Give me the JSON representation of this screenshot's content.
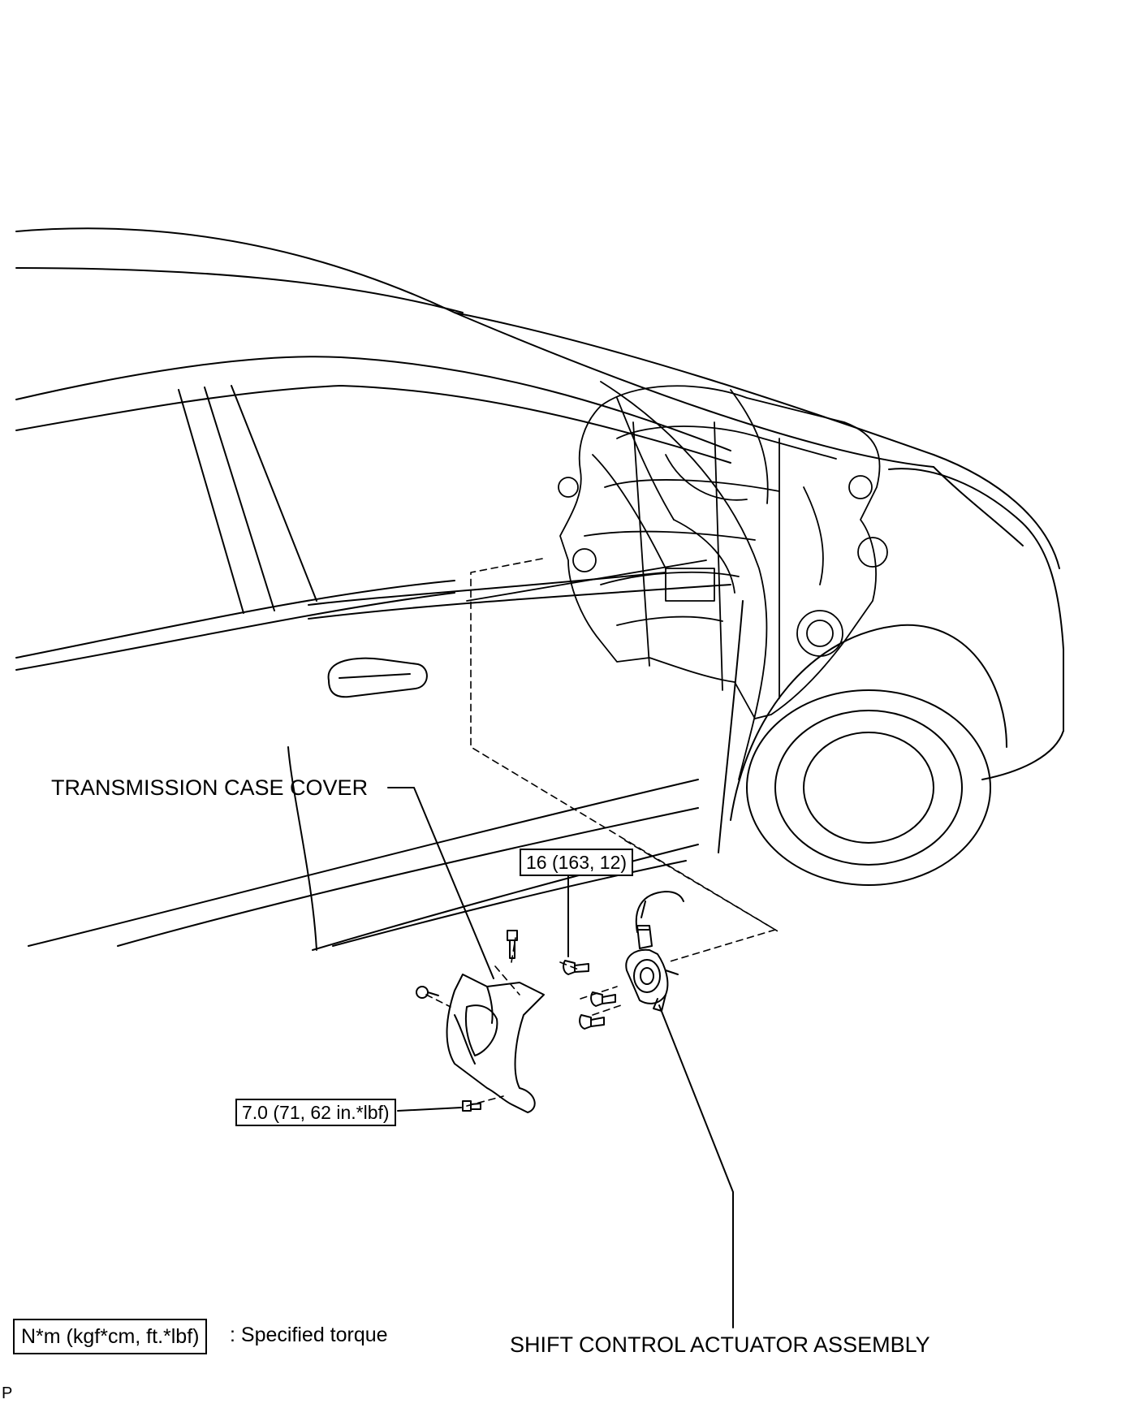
{
  "labels": {
    "transmission_case_cover": "TRANSMISSION CASE COVER",
    "shift_control_actuator": "SHIFT CONTROL ACTUATOR ASSEMBLY"
  },
  "torque": {
    "upper": "16 (163, 12)",
    "lower": "7.0 (71, 62 in.*lbf)"
  },
  "legend": {
    "unit_box": "N*m (kgf*cm, ft.*lbf)",
    "description": ": Specified torque"
  },
  "corner_mark": "P",
  "icons": [
    "vehicle-outline",
    "engine-assembly",
    "bolt-icon",
    "connector-icon"
  ]
}
